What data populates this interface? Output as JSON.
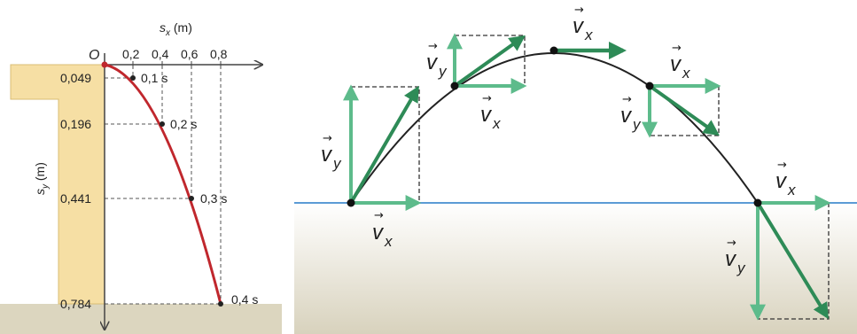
{
  "left_panel": {
    "x_axis_label": "s",
    "x_axis_sub": "x",
    "x_axis_unit": " (m)",
    "y_axis_label": "s",
    "y_axis_sub": "y",
    "y_axis_unit": " (m)",
    "origin_label": "O",
    "x_ticks": [
      "0,2",
      "0,4",
      "0,6",
      "0,8"
    ],
    "y_ticks": [
      "0,049",
      "0,196",
      "0,441",
      "0,784"
    ],
    "time_labels": [
      "0,1 s",
      "0,2 s",
      "0,3 s",
      "0,4 s"
    ]
  },
  "right_panel": {
    "vx_label": "v",
    "vx_sub": "x",
    "vy_label": "v",
    "vy_sub": "y",
    "arrow_symbol": "→"
  },
  "colors": {
    "curve_red": "#c0272d",
    "arrow_light": "#5dbb8b",
    "arrow_dark": "#2e8b57",
    "wall": "#f6dfa4",
    "ground": "#d8d2bd",
    "water_line": "#5b9bd5"
  }
}
